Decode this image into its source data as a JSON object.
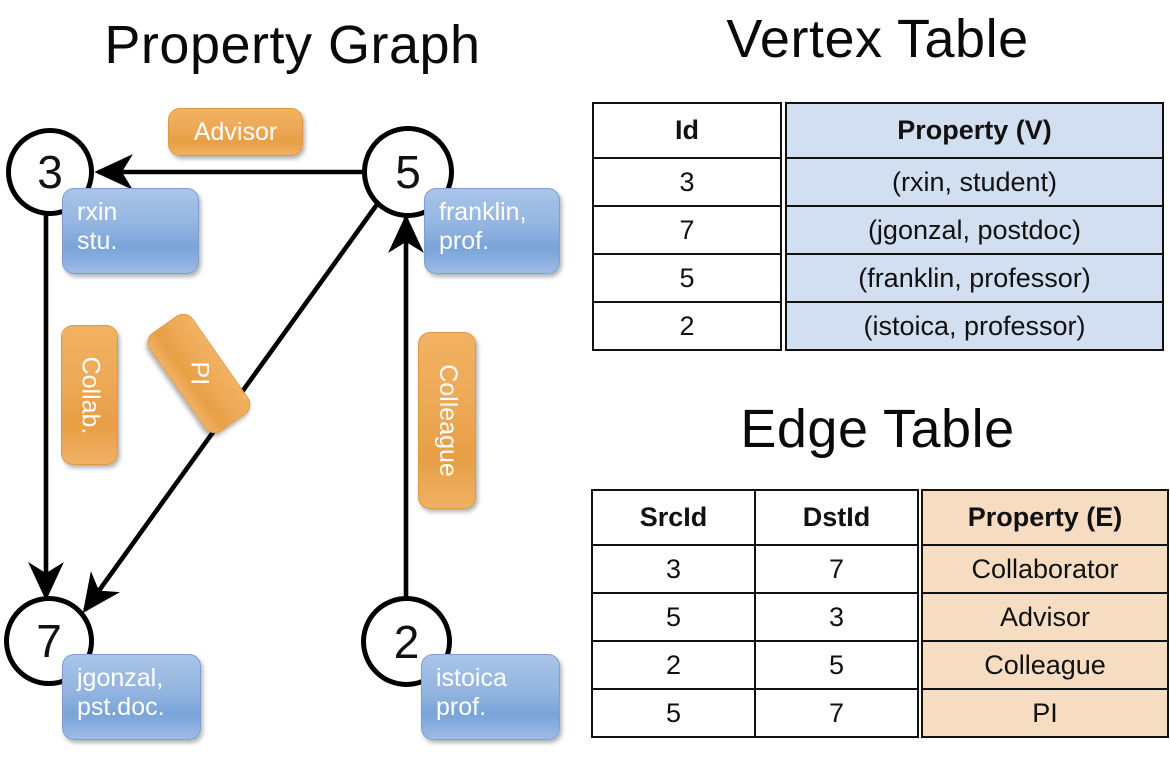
{
  "titles": {
    "graph": "Property Graph",
    "vertex_table": "Vertex Table",
    "edge_table": "Edge Table"
  },
  "graph": {
    "nodes": [
      {
        "id": "3",
        "property": "rxin\nstu."
      },
      {
        "id": "5",
        "property": "franklin,\nprof."
      },
      {
        "id": "7",
        "property": "jgonzal,\npst.doc."
      },
      {
        "id": "2",
        "property": "istoica\nprof."
      }
    ],
    "node_labels": {
      "n3": "3",
      "n5": "5",
      "n7": "7",
      "n2": "2"
    },
    "property_labels": {
      "p3_line1": "rxin",
      "p3_line2": "stu.",
      "p5_line1": "franklin,",
      "p5_line2": "prof.",
      "p7_line1": "jgonzal,",
      "p7_line2": "pst.doc.",
      "p2_line1": "istoica",
      "p2_line2": "prof."
    },
    "edge_labels": {
      "advisor": "Advisor",
      "collab": "Collab.",
      "pi": "PI",
      "colleague": "Colleague"
    },
    "edges": [
      {
        "src": "5",
        "dst": "3",
        "label": "Advisor"
      },
      {
        "src": "3",
        "dst": "7",
        "label": "Collab."
      },
      {
        "src": "5",
        "dst": "7",
        "label": "PI"
      },
      {
        "src": "2",
        "dst": "5",
        "label": "Colleague"
      }
    ]
  },
  "vertex_table": {
    "headers": [
      "Id",
      "Property (V)"
    ],
    "rows": [
      {
        "id": "3",
        "property": "(rxin, student)"
      },
      {
        "id": "7",
        "property": "(jgonzal, postdoc)"
      },
      {
        "id": "5",
        "property": "(franklin, professor)"
      },
      {
        "id": "2",
        "property": "(istoica, professor)"
      }
    ]
  },
  "edge_table": {
    "headers": [
      "SrcId",
      "DstId",
      "Property (E)"
    ],
    "rows": [
      {
        "src": "3",
        "dst": "7",
        "property": "Collaborator"
      },
      {
        "src": "5",
        "dst": "3",
        "property": "Advisor"
      },
      {
        "src": "2",
        "dst": "5",
        "property": "Colleague"
      },
      {
        "src": "5",
        "dst": "7",
        "property": "PI"
      }
    ]
  },
  "colors": {
    "vertex_property_fill": "#d2dff1",
    "edge_property_fill": "#f6dcc1",
    "node_box_blue": "#92b4e0",
    "edge_label_orange": "#eda956",
    "stroke": "#000000"
  }
}
